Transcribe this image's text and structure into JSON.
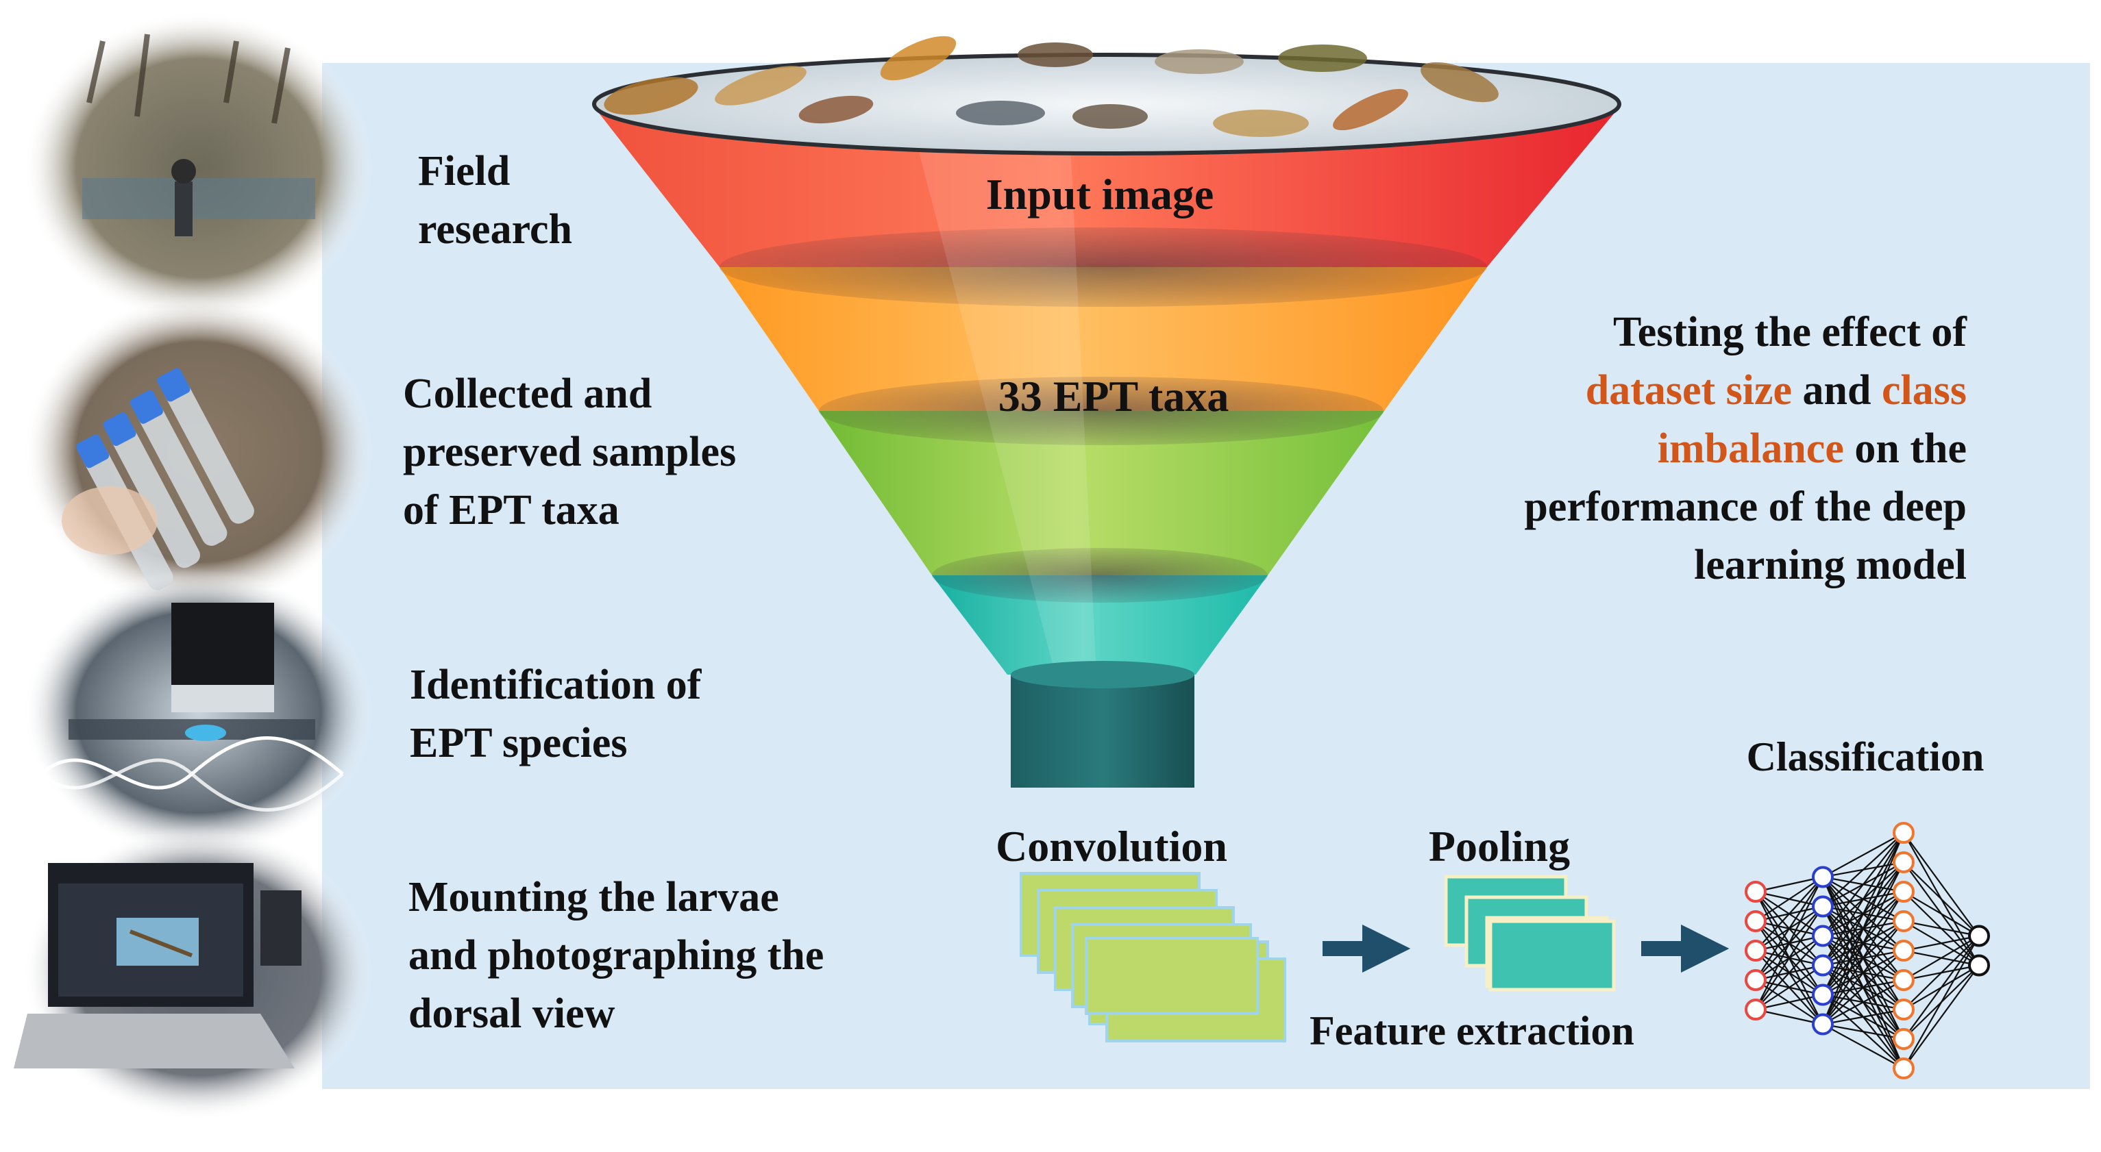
{
  "colors": {
    "panel": "#d9e9f6",
    "funnel_red": "#f2433c",
    "funnel_orange": "#ff9f2f",
    "funnel_green": "#8ec63f",
    "funnel_teal": "#23c0ad",
    "spout": "#1c5d60",
    "highlight": "#d2561a",
    "layer_green": "#bcd96a",
    "layer_teal": "#3fc3b0",
    "arrow": "#1f4f6b",
    "neuron_red": "#e9473f",
    "neuron_blue": "#2a3fd0",
    "neuron_orange": "#f0762e",
    "neuron_black": "#111111"
  },
  "steps": [
    {
      "name": "field-research",
      "lines": [
        "Field",
        "research"
      ]
    },
    {
      "name": "collected-samples",
      "lines": [
        "Collected and",
        "preserved samples",
        "of EPT taxa"
      ]
    },
    {
      "name": "identification",
      "lines": [
        "Identification of",
        "EPT species"
      ]
    },
    {
      "name": "mounting",
      "lines": [
        "Mounting the larvae",
        "and photographing the",
        "dorsal view"
      ]
    }
  ],
  "funnel": {
    "input_label": "Input image",
    "taxa_label": "33 EPT taxa"
  },
  "testing": {
    "line1": "Testing the effect of",
    "line2": {
      "hl1": "dataset size",
      "mid": " and ",
      "hl2": "class"
    },
    "line3": {
      "hl": "imbalance",
      "rest": " on the"
    },
    "line4": "performance of the deep",
    "line5": "learning model"
  },
  "cnn": {
    "convolution": "Convolution",
    "pooling": "Pooling",
    "feature_extraction": "Feature extraction",
    "classification": "Classification"
  },
  "network": {
    "layers": [
      {
        "color": "red",
        "count": 5
      },
      {
        "color": "blue",
        "count": 6
      },
      {
        "color": "orange",
        "count": 9
      },
      {
        "color": "black",
        "count": 2
      }
    ]
  }
}
